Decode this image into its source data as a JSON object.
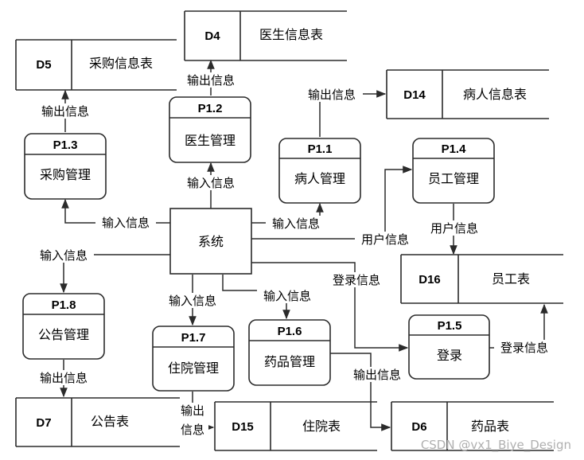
{
  "system": {
    "label": "系统"
  },
  "processes": {
    "p1_1": {
      "id": "P1.1",
      "name": "病人管理"
    },
    "p1_2": {
      "id": "P1.2",
      "name": "医生管理"
    },
    "p1_3": {
      "id": "P1.3",
      "name": "采购管理"
    },
    "p1_4": {
      "id": "P1.4",
      "name": "员工管理"
    },
    "p1_5": {
      "id": "P1.5",
      "name": "登录"
    },
    "p1_6": {
      "id": "P1.6",
      "name": "药品管理"
    },
    "p1_7": {
      "id": "P1.7",
      "name": "住院管理"
    },
    "p1_8": {
      "id": "P1.8",
      "name": "公告管理"
    }
  },
  "stores": {
    "d4": {
      "id": "D4",
      "name": "医生信息表"
    },
    "d5": {
      "id": "D5",
      "name": "采购信息表"
    },
    "d6": {
      "id": "D6",
      "name": "药品表"
    },
    "d7": {
      "id": "D7",
      "name": "公告表"
    },
    "d14": {
      "id": "D14",
      "name": "病人信息表"
    },
    "d15": {
      "id": "D15",
      "name": "住院表"
    },
    "d16": {
      "id": "D16",
      "name": "员工表"
    }
  },
  "flows": {
    "p12_d4": "输出信息",
    "p13_d5": "输出信息",
    "p11_d14": "输出信息",
    "sys_p12": "输入信息",
    "sys_p13": "输入信息",
    "sys_p11": "输入信息",
    "sys_p14": "用户信息",
    "p14_d16": "用户信息",
    "sys_p18": "输入信息",
    "sys_p15": "登录信息",
    "sys_p17": "输入信息",
    "sys_p16": "输入信息",
    "p15_d16": "登录信息",
    "p18_d7": "输出信息",
    "p17_d15_line1": "输出",
    "p17_d15_line2": "信息",
    "p16_d6": "输出信息"
  },
  "watermark": "CSDN @vx1_Biye_Design"
}
